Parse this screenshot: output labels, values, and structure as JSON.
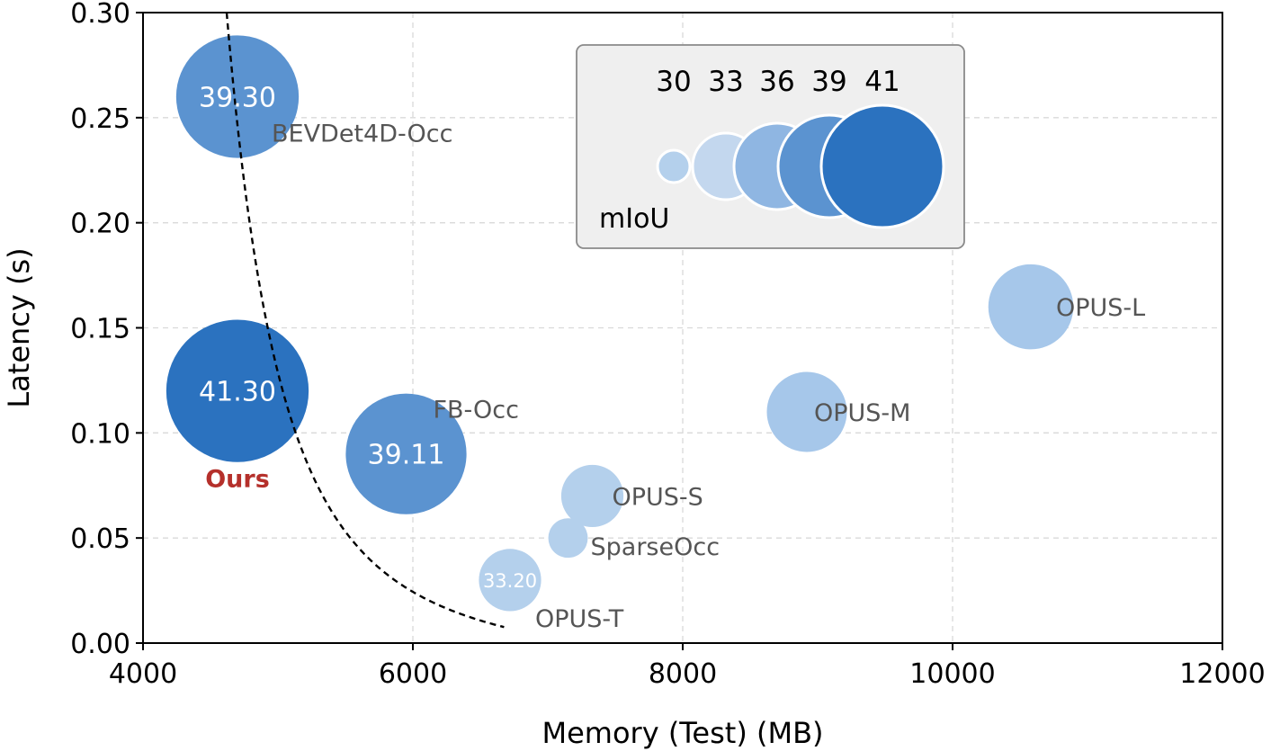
{
  "chart_data": {
    "type": "scatter",
    "xlabel": "Memory (Test) (MB)",
    "ylabel": "Latency (s)",
    "xlim": [
      4000,
      12000
    ],
    "ylim": [
      0,
      0.3
    ],
    "x_ticks": [
      "4000",
      "6000",
      "8000",
      "10000",
      "12000"
    ],
    "y_ticks": [
      "0.00",
      "0.05",
      "0.10",
      "0.15",
      "0.20",
      "0.25",
      "0.30"
    ],
    "grid": true,
    "points": [
      {
        "name": "BEVDet4D-Occ",
        "x": 4700,
        "y": 0.26,
        "miou": 39.3,
        "value_label": "39.30",
        "color": "#5b93d0"
      },
      {
        "name": "Ours",
        "x": 4700,
        "y": 0.12,
        "miou": 41.3,
        "value_label": "41.30",
        "color": "#2b72bf",
        "highlight_color": "#b5302b"
      },
      {
        "name": "FB-Occ",
        "x": 5950,
        "y": 0.09,
        "miou": 39.11,
        "value_label": "39.11",
        "color": "#5b93d0"
      },
      {
        "name": "OPUS-S",
        "x": 7330,
        "y": 0.07,
        "miou": 33.2,
        "value_label": "",
        "color": "#b4d0ec"
      },
      {
        "name": "SparseOcc",
        "x": 7150,
        "y": 0.05,
        "miou": 30.9,
        "value_label": "",
        "color": "#b4d0ec"
      },
      {
        "name": "OPUS-T",
        "x": 6720,
        "y": 0.03,
        "miou": 33.2,
        "value_label": "33.20",
        "color": "#b4d0ec"
      },
      {
        "name": "OPUS-M",
        "x": 8920,
        "y": 0.11,
        "miou": 35.0,
        "value_label": "",
        "color": "#a6c7ea"
      },
      {
        "name": "OPUS-L",
        "x": 10580,
        "y": 0.16,
        "miou": 35.5,
        "value_label": "",
        "color": "#a6c7ea"
      }
    ],
    "trend_line": {
      "style": "dashed",
      "color": "#000000"
    },
    "legend": {
      "title": "mIoU",
      "placement": "top-center",
      "entries": [
        {
          "label": "30",
          "color": "#b4d0ec"
        },
        {
          "label": "33",
          "color": "#c3d7ee"
        },
        {
          "label": "36",
          "color": "#8fb6e2"
        },
        {
          "label": "39",
          "color": "#5b93d0"
        },
        {
          "label": "41",
          "color": "#2b72bf"
        }
      ]
    }
  }
}
